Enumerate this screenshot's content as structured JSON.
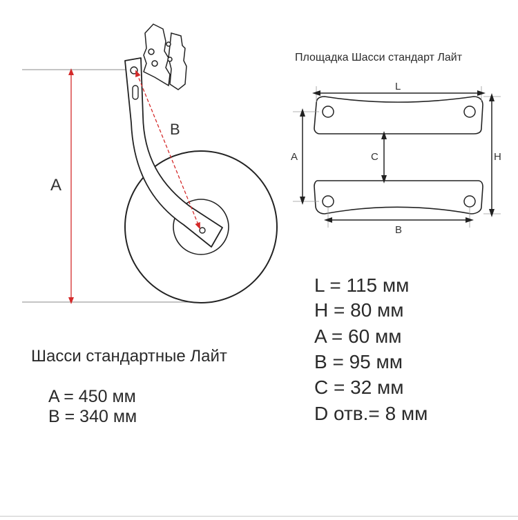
{
  "wheel_diagram": {
    "label_a": "A",
    "label_b": "B",
    "title": "Шасси стандартные Лайт",
    "specs": [
      "A = 450 мм",
      "B = 340 мм"
    ]
  },
  "platform_diagram": {
    "title": "Площадка Шасси стандарт Лайт",
    "label_l": "L",
    "label_a": "A",
    "label_c": "C",
    "label_h": "H",
    "label_b": "B"
  },
  "platform_specs": [
    "L  = 115 мм",
    "H = 80 мм",
    "A = 60 мм",
    "B = 95 мм",
    "C = 32 мм",
    "D отв.= 8 мм"
  ],
  "colors": {
    "dimension_arrow": "#d42a2a",
    "outline": "#222222"
  }
}
